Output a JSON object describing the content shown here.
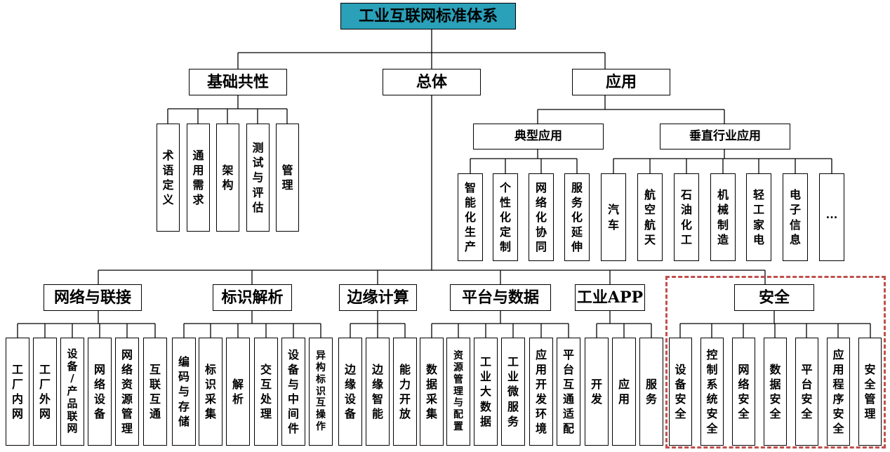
{
  "root": "工业互联网标准体系",
  "level1": {
    "jichu": "基础共性",
    "zongti": "总体",
    "yingyong": "应用",
    "wangluo": "网络与联接",
    "biaoshi": "标识解析",
    "bianyuan": "边缘计算",
    "pingtai": "平台与数据",
    "gongyeapp": "工业APP",
    "anquan": "安全"
  },
  "level2": {
    "dianxing": "典型应用",
    "chuizhi": "垂直行业应用"
  },
  "leaves": {
    "jichu": [
      "术\n语\n定\n义",
      "通\n用\n需\n求",
      "架\n构",
      "测\n试\n与\n评\n估",
      "管\n理"
    ],
    "dianxing": [
      "智\n能\n化\n生\n产",
      "个\n性\n化\n定\n制",
      "网\n络\n化\n协\n同",
      "服\n务\n化\n延\n伸"
    ],
    "chuizhi": [
      "汽\n车",
      "航\n空\n航\n天",
      "石\n油\n化\n工",
      "机\n械\n制\n造",
      "轻\n工\n家\n电",
      "电\n子\n信\n息",
      "···"
    ],
    "wangluo": [
      "工\n厂\n内\n网",
      "工\n厂\n外\n网",
      "设\n备\n/\n产\n品\n联\n网",
      "网\n络\n设\n备",
      "网\n络\n资\n源\n管\n理",
      "互\n联\n互\n通"
    ],
    "biaoshi": [
      "编\n码\n与\n存\n储",
      "标\n识\n采\n集",
      "解\n析",
      "交\n互\n处\n理",
      "设\n备\n与\n中\n间\n件",
      "异\n构\n标\n识\n互\n操\n作"
    ],
    "bianyuan": [
      "边\n缘\n设\n备",
      "边\n缘\n智\n能",
      "能\n力\n开\n放"
    ],
    "pingtai": [
      "数\n据\n采\n集",
      "资\n源\n管\n理\n与\n配\n置",
      "工\n业\n大\n数\n据",
      "工\n业\n微\n服\n务",
      "应\n用\n开\n发\n环\n境",
      "平\n台\n互\n通\n适\n配"
    ],
    "gongyeapp": [
      "开\n发",
      "应\n用",
      "服\n务"
    ],
    "anquan": [
      "设\n备\n安\n全",
      "控\n制\n系\n统\n安\n全",
      "网\n络\n安\n全",
      "数\n据\n安\n全",
      "平\n台\n安\n全",
      "应\n用\n程\n序\n安\n全",
      "安\n全\n管\n理"
    ]
  },
  "colors": {
    "root_fill": "#2aa0b9",
    "highlight_border": "#c0504d"
  }
}
